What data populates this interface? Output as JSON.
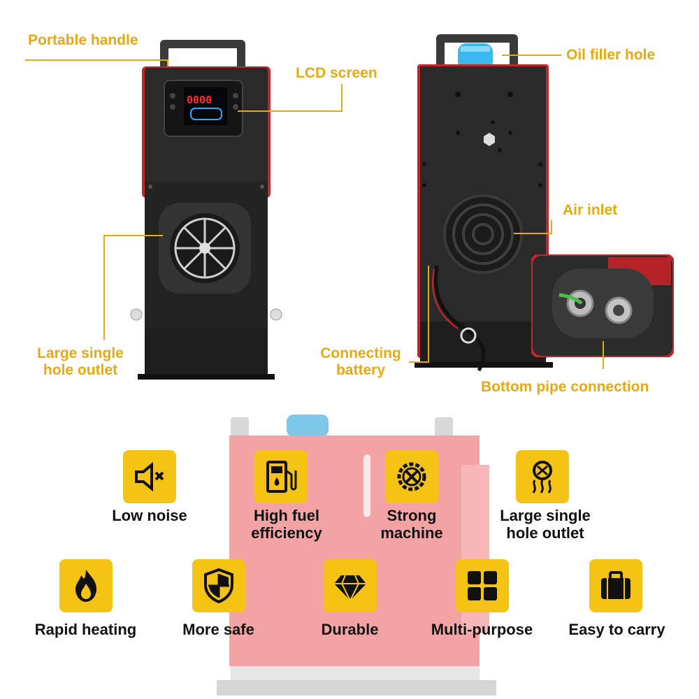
{
  "callouts": {
    "portable_handle": "Portable handle",
    "lcd_screen": "LCD screen",
    "oil_filler_hole": "Oil filler hole",
    "air_inlet": "Air inlet",
    "large_single_hole_outlet": [
      "Large single",
      "hole outlet"
    ],
    "connecting_battery": [
      "Connecting",
      "battery"
    ],
    "bottom_pipe_connection": "Bottom pipe connection"
  },
  "lcd_display": "0000",
  "features_row1": [
    {
      "icon": "speaker-mute-icon",
      "label": [
        "Low noise"
      ]
    },
    {
      "icon": "fuel-pump-icon",
      "label": [
        "High fuel",
        "efficiency"
      ]
    },
    {
      "icon": "gear-tools-icon",
      "label": [
        "Strong",
        "machine"
      ]
    },
    {
      "icon": "heat-outlet-icon",
      "label": [
        "Large single",
        "hole outlet"
      ]
    }
  ],
  "features_row2": [
    {
      "icon": "flame-icon",
      "label": [
        "Rapid heating"
      ]
    },
    {
      "icon": "shield-icon",
      "label": [
        "More safe"
      ]
    },
    {
      "icon": "diamond-icon",
      "label": [
        "Durable"
      ]
    },
    {
      "icon": "grid-icon",
      "label": [
        "Multi-purpose"
      ]
    },
    {
      "icon": "suitcase-icon",
      "label": [
        "Easy to carry"
      ]
    }
  ],
  "colors": {
    "accent": "#e8a90f",
    "icon_bg": "#f5c313",
    "device_body": "#2a2a2a",
    "device_red_trim": "#c0272d",
    "background_device": "#f4a3a5"
  }
}
